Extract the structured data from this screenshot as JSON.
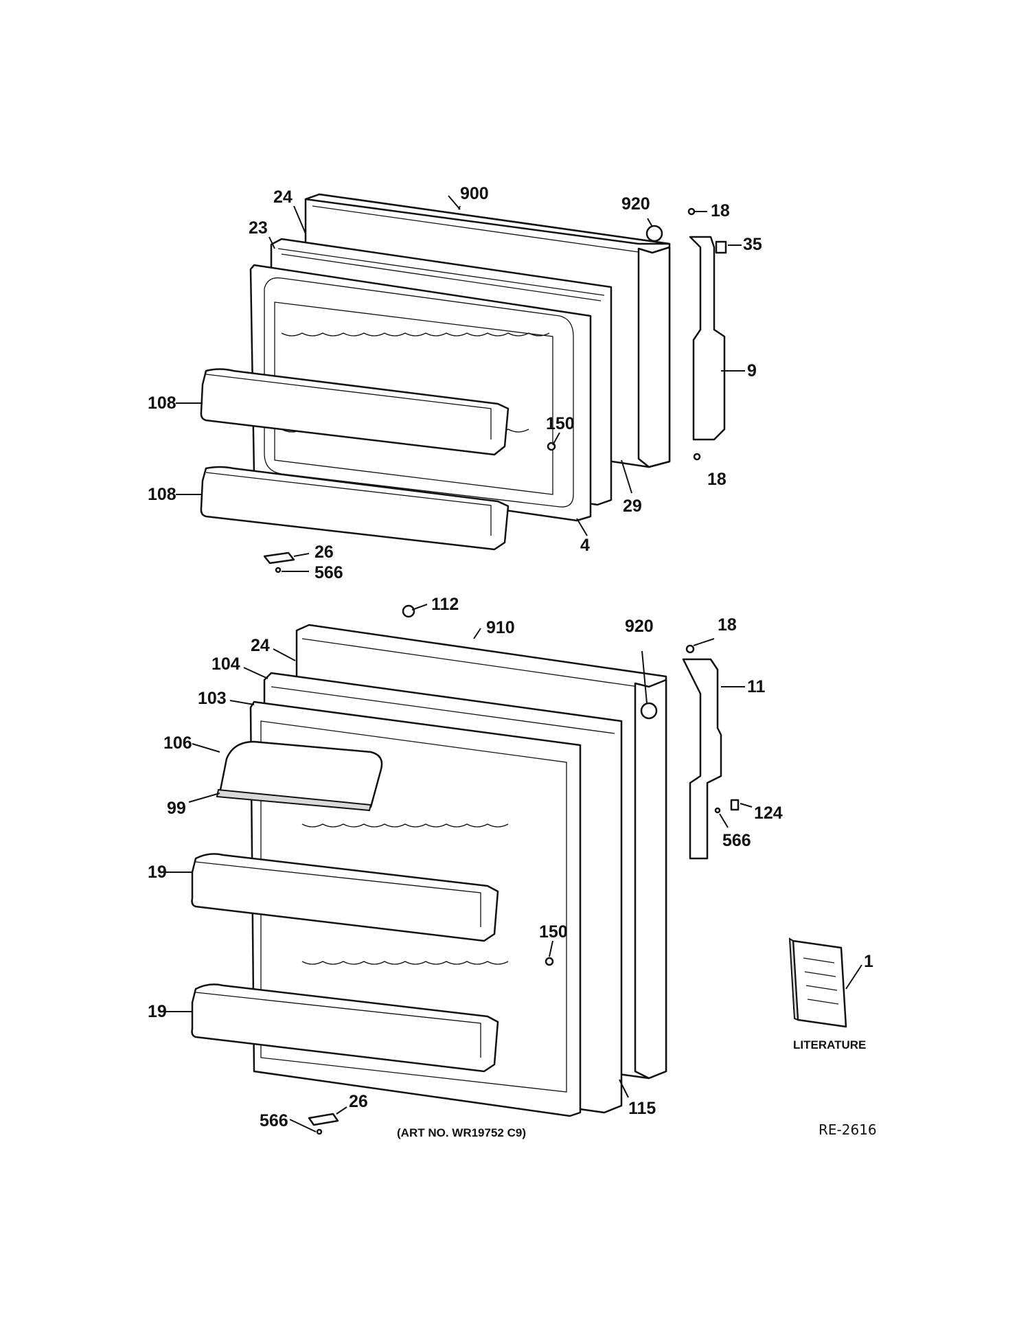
{
  "diagram": {
    "art_number": "(ART NO. WR19752 C9)",
    "reference": "RE-2616",
    "literature_label": "LITERATURE"
  },
  "freezer_door_callouts": [
    "900",
    "24",
    "23",
    "920",
    "18",
    "35",
    "9",
    "108",
    "108",
    "150",
    "29",
    "18",
    "4",
    "26",
    "566"
  ],
  "fresh_food_door_callouts": [
    "112",
    "910",
    "920",
    "18",
    "24",
    "104",
    "103",
    "11",
    "106",
    "99",
    "124",
    "566",
    "19",
    "150",
    "19",
    "1",
    "26",
    "566",
    "115"
  ]
}
